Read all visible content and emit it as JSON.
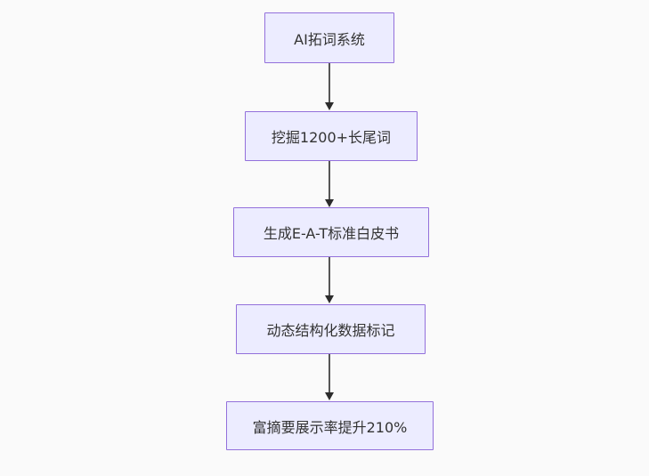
{
  "diagram": {
    "type": "flowchart",
    "direction": "top-down",
    "nodes": [
      {
        "id": "n1",
        "label": "AI拓词系统"
      },
      {
        "id": "n2",
        "label": "挖掘1200+长尾词"
      },
      {
        "id": "n3",
        "label": "生成E-A-T标准白皮书"
      },
      {
        "id": "n4",
        "label": "动态结构化数据标记"
      },
      {
        "id": "n5",
        "label": "富摘要展示率提升210%"
      }
    ],
    "edges": [
      {
        "from": "n1",
        "to": "n2",
        "arrow": "down"
      },
      {
        "from": "n2",
        "to": "n3",
        "arrow": "down"
      },
      {
        "from": "n3",
        "to": "n4",
        "arrow": "down"
      },
      {
        "from": "n4",
        "to": "n5",
        "arrow": "down"
      }
    ],
    "colors": {
      "background": "#fafafa",
      "node_fill": "#ececff",
      "node_border": "#9370db",
      "edge_line": "#565656",
      "arrowhead": "#2b2b2b",
      "text": "#333333"
    }
  }
}
